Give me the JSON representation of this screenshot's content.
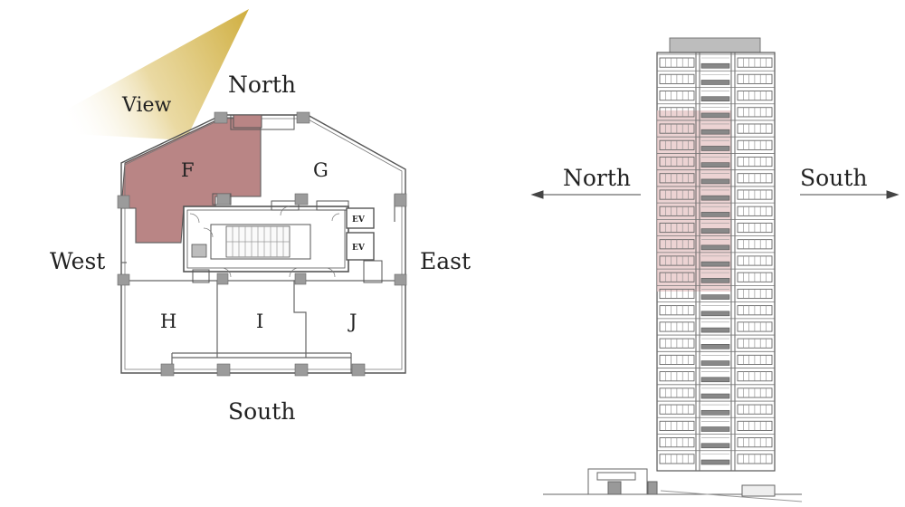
{
  "floor_plan": {
    "view_label": "View",
    "directions": {
      "north": "North",
      "south": "South",
      "east": "East",
      "west": "West"
    },
    "units": [
      "F",
      "G",
      "H",
      "I",
      "J"
    ],
    "highlighted_unit": "F",
    "elevator_label": "EV",
    "colors": {
      "highlight": "#b98585",
      "view_cone": "#d8bd63",
      "column": "#9b9b9b"
    }
  },
  "elevation": {
    "left_label": "North",
    "right_label": "South",
    "colors": {
      "highlight": "#e6c4c4"
    }
  }
}
